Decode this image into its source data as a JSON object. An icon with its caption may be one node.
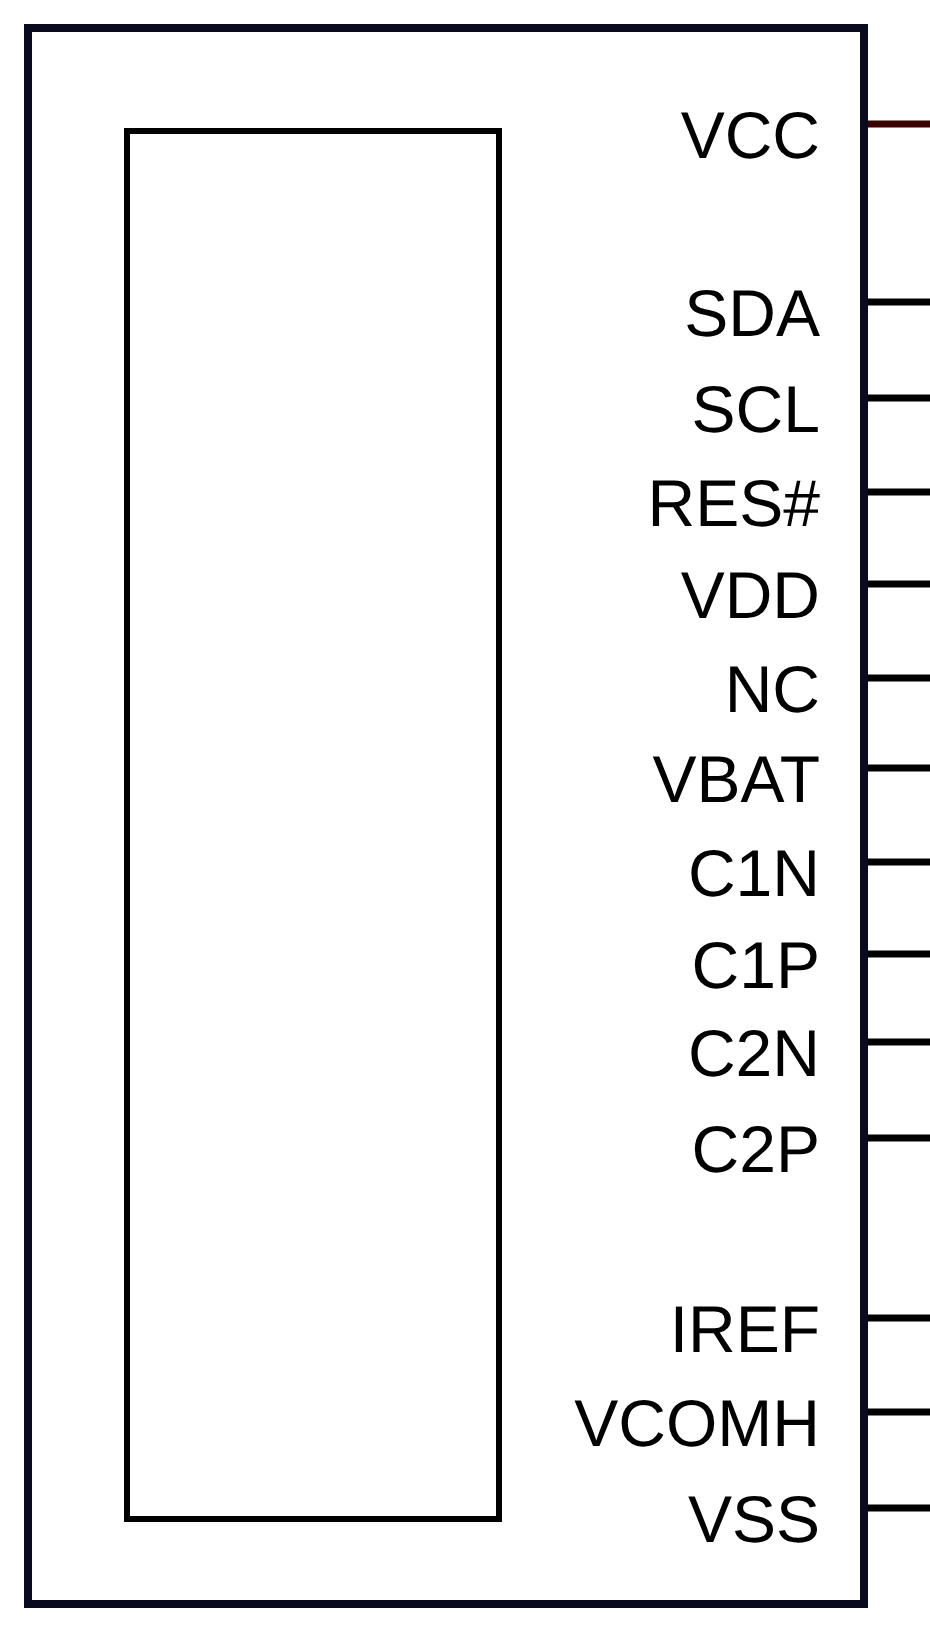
{
  "diagram": {
    "nodes": [
      {
        "text": [],
        "shape": "box"
      },
      {
        "text": [],
        "shape": "box",
        "in": 0
      }
    ],
    "labels": [
      "VCC",
      "SDA",
      "SCL",
      "RES#",
      "VDD",
      "NC",
      "VBAT",
      "C1N",
      "C1P",
      "C2N",
      "C2P",
      "IREF",
      "VCOMH",
      "VSS"
    ]
  }
}
